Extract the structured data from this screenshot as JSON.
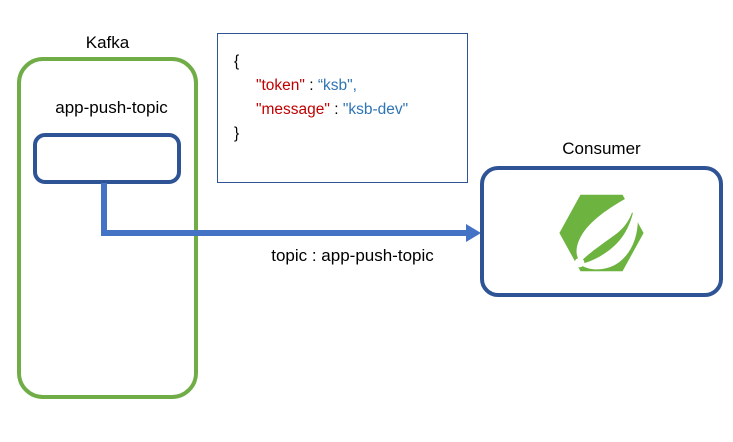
{
  "diagram": {
    "title": "Kafka to Spring Boot Consumer message flow",
    "colors": {
      "kafka_green": "#70AD47",
      "box_blue": "#2E5496",
      "arrow_blue": "#4472C4",
      "json_key_red": "#C00000",
      "json_value_blue": "#2E74B5",
      "spring_green": "#6DB33F"
    }
  },
  "kafka": {
    "label": "Kafka",
    "topic_label": "app-push-topic"
  },
  "payload": {
    "open_brace": "{",
    "close_brace": "}",
    "lines": [
      {
        "key": "\"token\"",
        "sep": " : ",
        "value": "“ksb\",",
        "indent": true
      },
      {
        "key": "\"message\"",
        "sep": " : ",
        "value": "\"ksb-dev\"",
        "indent": true
      }
    ]
  },
  "flow": {
    "arrow_label": "topic : app-push-topic"
  },
  "consumer": {
    "label": "Consumer",
    "logo_name": "spring-boot-logo"
  }
}
